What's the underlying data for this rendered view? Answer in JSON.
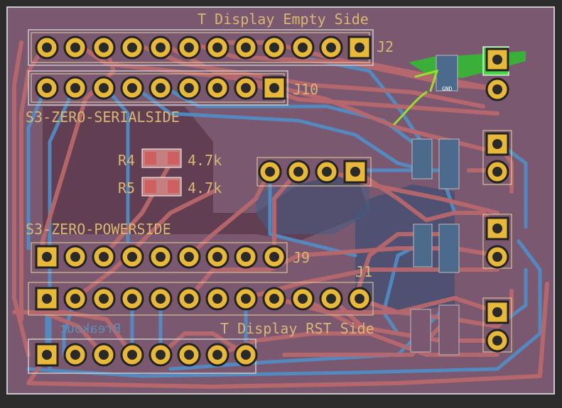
{
  "board": {
    "top_label": "T Display Empty Side",
    "bottom_label": "T Display RST Side",
    "serial_label": "S3-ZERO-SERIALSIDE",
    "power_label": "S3-ZERO-POWERSIDE",
    "breakout_label": "Breakout",
    "r4_label": "R4",
    "r4_value": "4.7k",
    "r5_label": "R5",
    "r5_value": "4.7k",
    "j2_label": "J2",
    "j10_label": "J10",
    "j9_label": "J9",
    "j1_label": "J1",
    "gnd_label": "GND",
    "colors": {
      "board_bg": "#2c2c2c",
      "pcb": "#7c5a6e",
      "trace_front": "#b8686c",
      "trace_back": "#4f8fc8",
      "pad_gold": "#e8b838",
      "highlight_green": "#33cc33",
      "annotation_green": "#99dd33"
    }
  }
}
